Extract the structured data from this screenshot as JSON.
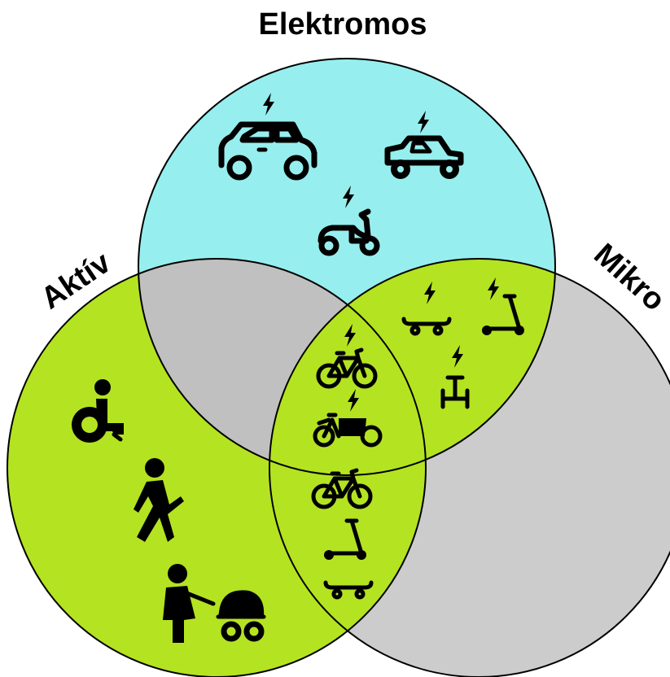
{
  "labels": {
    "top": "Elektromos",
    "left": "Aktív",
    "right": "Mikro"
  },
  "colors": {
    "elektromos": "#97eeee",
    "aktiv": "#b4e321",
    "mikro": "#cccccc",
    "overlap_elektromos_aktiv": "#c0c0c0",
    "overlap_elektromos_mikro": "#b4e321",
    "overlap_aktiv_mikro": "#b4e321",
    "overlap_all": "#b4e321",
    "outline": "#000000"
  },
  "icons": {
    "elektromos_only": [
      "electric-car-icon",
      "electric-buggy-icon",
      "electric-moped-icon"
    ],
    "elektromos_mikro": [
      "electric-skateboard-icon",
      "electric-kick-scooter-icon",
      "electric-hoverboard-icon"
    ],
    "all_three": [
      "electric-bicycle-icon",
      "electric-cargo-bike-icon"
    ],
    "aktiv_mikro": [
      "bicycle-icon",
      "kick-scooter-icon",
      "skateboard-icon"
    ],
    "aktiv_only": [
      "wheelchair-icon",
      "pedestrian-icon",
      "stroller-icon"
    ]
  }
}
